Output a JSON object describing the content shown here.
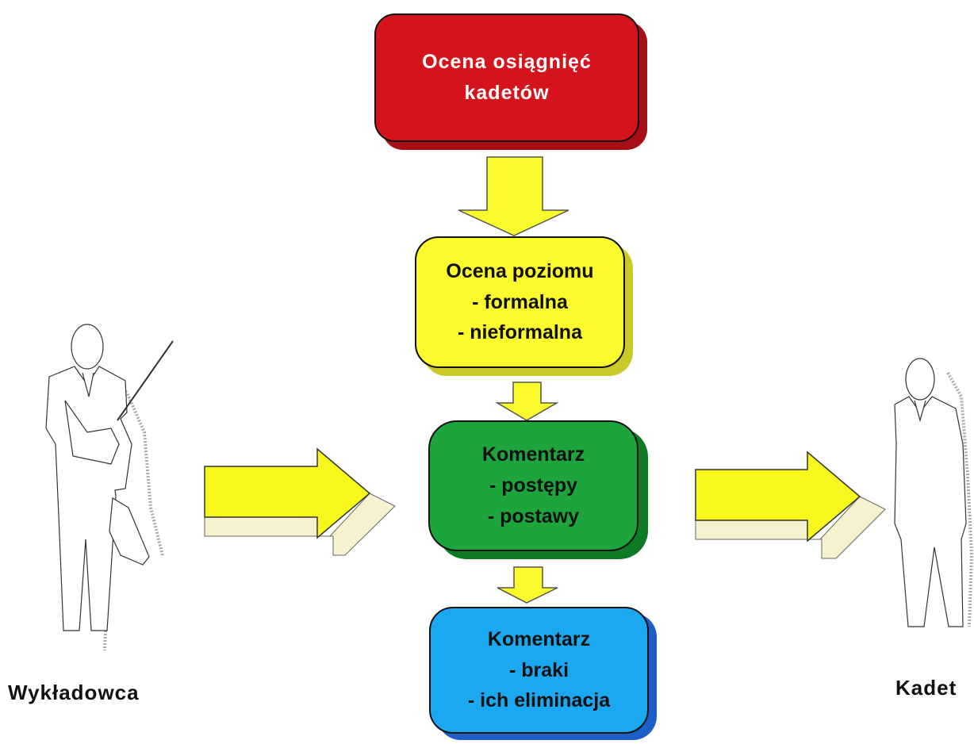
{
  "boxes": {
    "achievement": {
      "lines": [
        "Ocena osiągnięć",
        "kadetów"
      ],
      "color": "#d4131c"
    },
    "level": {
      "lines": [
        "Ocena poziomu",
        "- formalna",
        "- nieformalna"
      ],
      "color": "#fafa2c"
    },
    "progress": {
      "lines": [
        "Komentarz",
        "- postępy",
        "- postawy"
      ],
      "color": "#1ea43d"
    },
    "gaps": {
      "lines": [
        "Komentarz",
        "- braki",
        "- ich eliminacja"
      ],
      "color": "#1aa9f0"
    }
  },
  "actors": {
    "lecturer": "Wykładowca",
    "cadet": "Kadet"
  },
  "arrow_color": "#fafa2c",
  "icons": [
    "lecturer-figure-icon",
    "cadet-figure-icon"
  ]
}
